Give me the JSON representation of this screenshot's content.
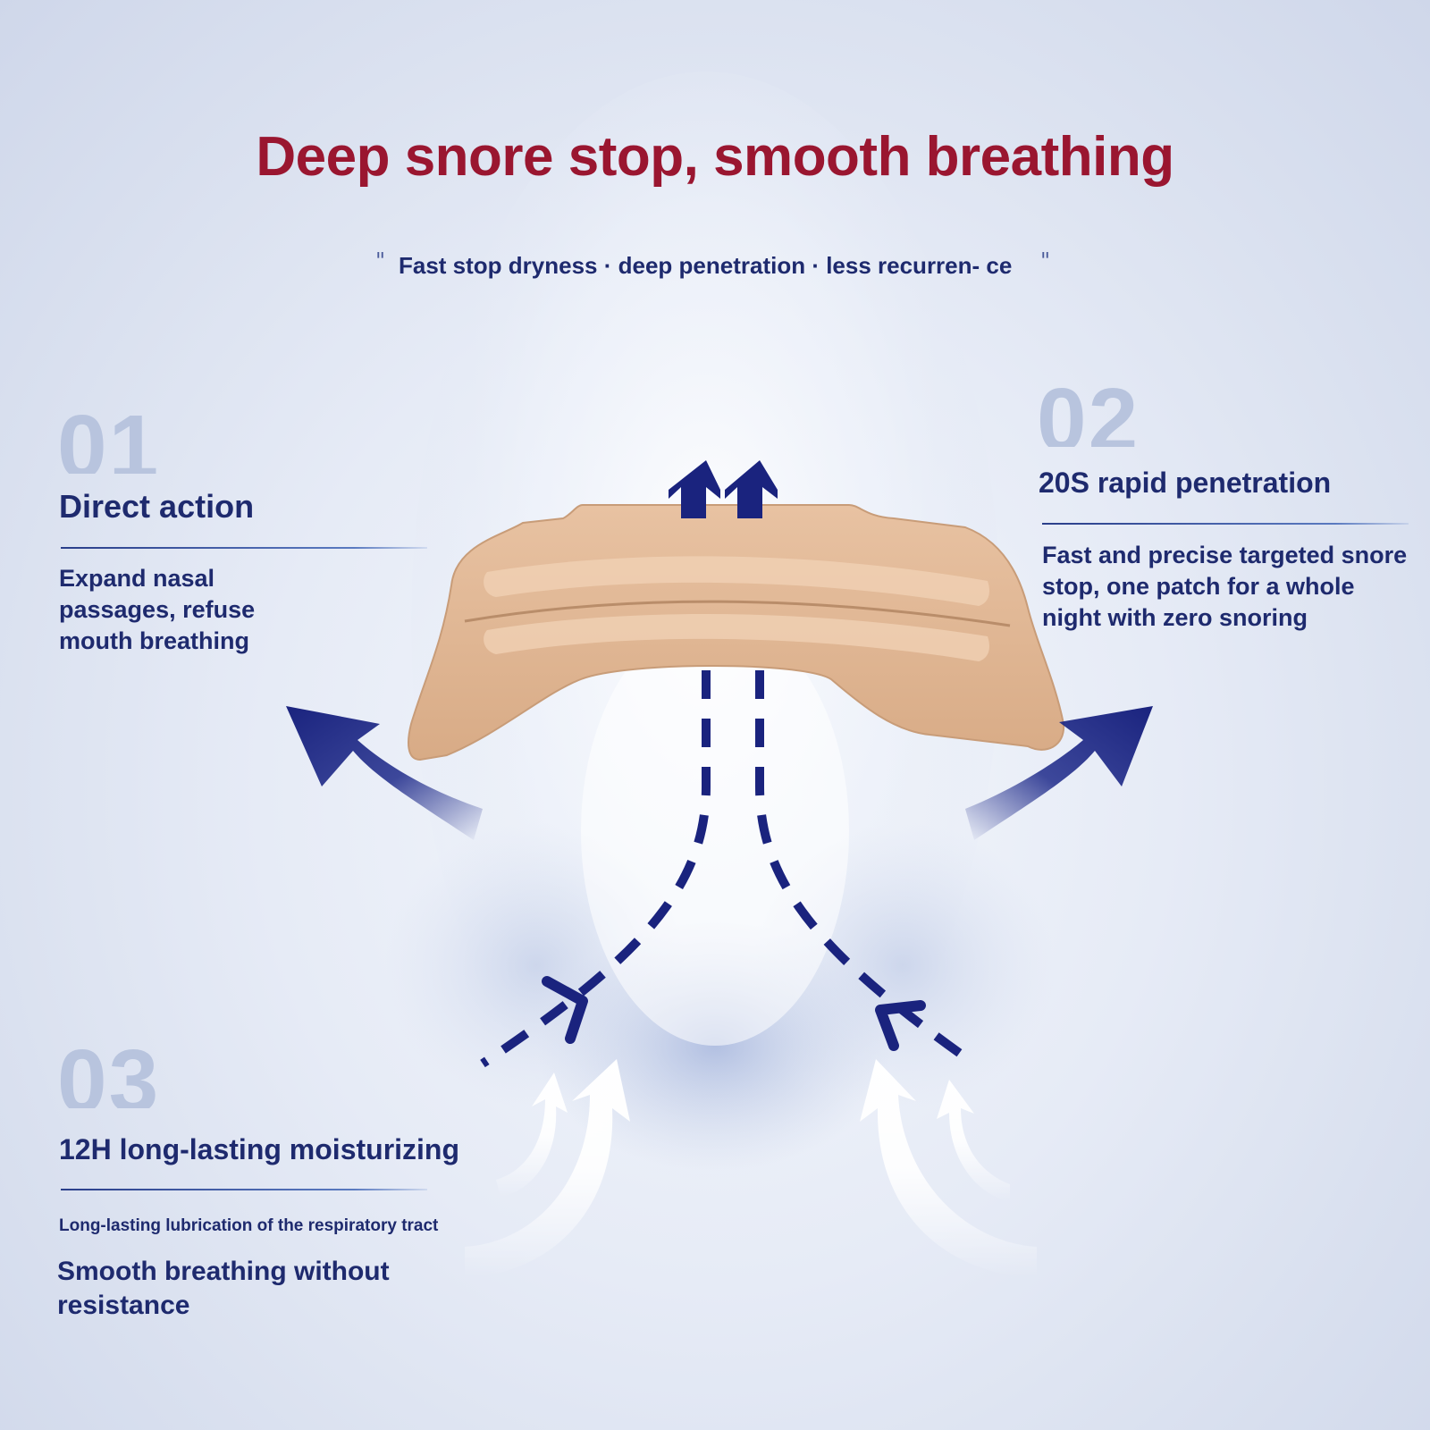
{
  "header": {
    "title": "Deep snore stop, smooth breathing",
    "subtitle": "Fast stop dryness · deep penetration · less recurren- ce",
    "quote_open": "\"",
    "quote_close": "\""
  },
  "features": [
    {
      "number": "01",
      "title": "Direct action",
      "description": "Expand nasal passages, refuse mouth breathing"
    },
    {
      "number": "02",
      "title": "20S rapid penetration",
      "description": "Fast and precise targeted snore stop, one patch for a whole night with zero snoring"
    },
    {
      "number": "03",
      "title": "12H long-lasting moisturizing",
      "note": "Long-lasting lubrication of the respiratory tract",
      "description": "Smooth breathing without resistance"
    }
  ],
  "illustration": {
    "nose_icon": "nose-icon",
    "strip_icon": "nasal-strip-icon",
    "airflow_icon": "airflow-arrow-icon",
    "accent_color": "#1e2a6e",
    "strip_color": "#e2b896",
    "title_color": "#9a1630"
  }
}
